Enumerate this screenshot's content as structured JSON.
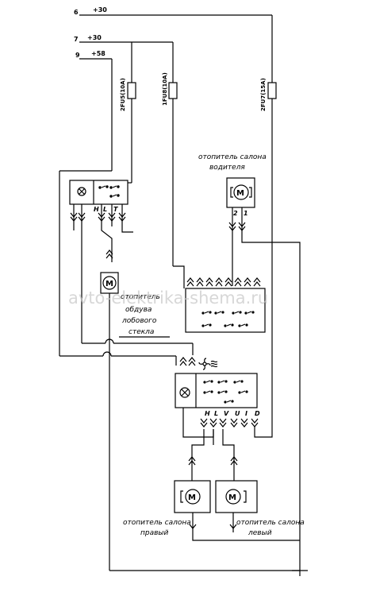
{
  "wires": {
    "w6": {
      "num": "6",
      "label": "+30"
    },
    "w7": {
      "num": "7",
      "label": "+30"
    },
    "w9": {
      "num": "9",
      "label": "+58"
    }
  },
  "fuses": {
    "f1": "2FU5(10A)",
    "f2": "1FU8(10A)",
    "f3": "2FU7(15A)"
  },
  "components": {
    "driver_heater": "отопитель салона водителя",
    "driver_heater_pins": [
      "2",
      "1"
    ],
    "windshield_heater": "отопитель обдува лобового стекла",
    "switch_top_pins": [
      "H",
      "L",
      "T"
    ],
    "switch_bottom_pins": [
      "H",
      "L",
      "V",
      "U",
      "I",
      "D"
    ],
    "motor_letter": "M",
    "right_heater": "отопитель салона правый",
    "left_heater": "отопитель салона левый"
  },
  "watermark": "avto-elektrika-shema.ru"
}
